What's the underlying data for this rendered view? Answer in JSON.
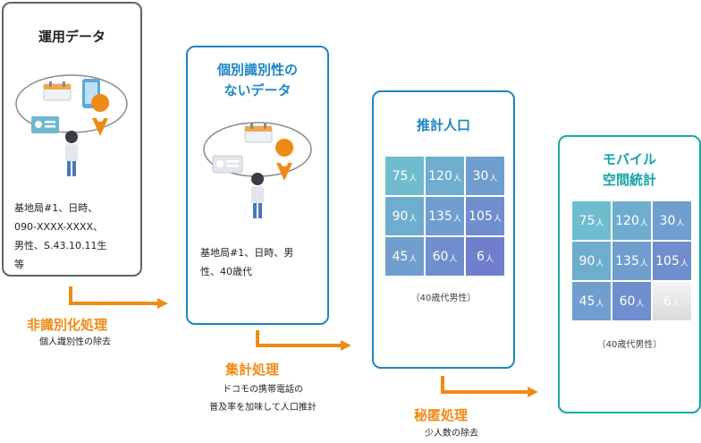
{
  "stage1": {
    "title": "運用データ",
    "description": "基地局#1、日時、\n090-XXXX-XXXX、\n男性、S.43.10.11生\n等"
  },
  "stage2": {
    "title_line1": "個別識別性の",
    "title_line2": "ないデータ",
    "description": "基地局#1、日時、男\n性、40歳代"
  },
  "stage3": {
    "title": "推計人口",
    "cells": [
      "75",
      "120",
      "30",
      "90",
      "135",
      "105",
      "45",
      "60",
      "6"
    ],
    "unit": "人",
    "note": "（40歳代男性）"
  },
  "stage4": {
    "title_line1": "モバイル",
    "title_line2": "空間統計",
    "cells": [
      "75",
      "120",
      "30",
      "90",
      "135",
      "105",
      "45",
      "60",
      "6"
    ],
    "unit": "人",
    "note": "（40歳代男性）"
  },
  "processes": [
    {
      "title": "非識別化処理",
      "subtitle": "個人識別性の除去"
    },
    {
      "title": "集計処理",
      "subtitle": "ドコモの携帯電話の\n普及率を加味して人口推計"
    },
    {
      "title": "秘匿処理",
      "subtitle": "少人数の除去"
    }
  ],
  "colors": {
    "orange": "#f08a17",
    "blue": "#1d85c6",
    "teal": "#18a8a8",
    "gray_border": "#5f6368",
    "grid_start": "#6fbccf",
    "grid_end": "#6f7fce"
  }
}
